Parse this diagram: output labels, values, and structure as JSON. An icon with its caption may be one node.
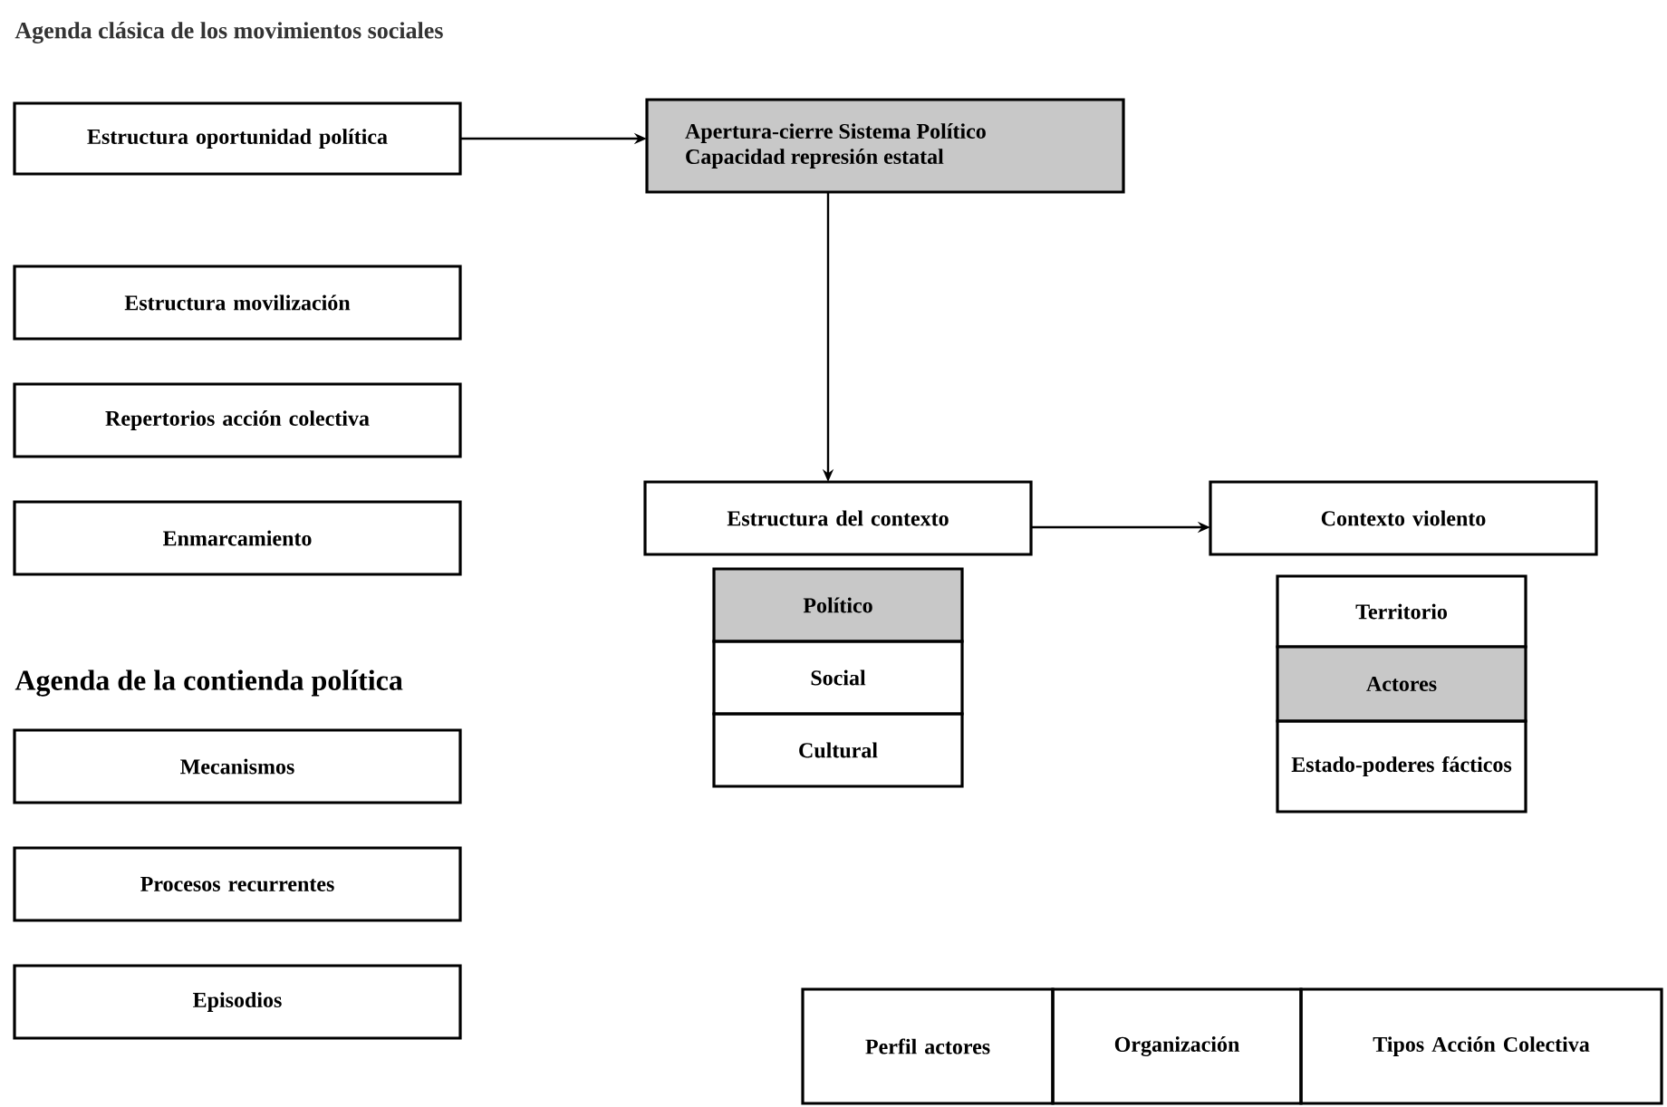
{
  "diagram": {
    "title": "Agenda clásica de los movimientos sociales",
    "nodes": [
      {
        "text": [
          "Estructura oportunidad política"
        ]
      },
      {
        "text": [
          "Apertura-cierre Sistema Político",
          "Capacidad represión estatal"
        ]
      },
      {
        "text": [
          "Estructura movilización"
        ]
      },
      {
        "text": [
          "Repertorios acción colectiva"
        ]
      },
      {
        "text": [
          "Enmarcamiento"
        ]
      },
      {
        "text": [
          "Mecanismos"
        ]
      },
      {
        "text": [
          "Procesos recurrentes"
        ]
      },
      {
        "text": [
          "Episodios"
        ]
      },
      {
        "text": [
          "Estructura del contexto"
        ]
      },
      {
        "text": [
          "Político"
        ]
      },
      {
        "text": [
          "Social"
        ]
      },
      {
        "text": [
          "Cultural"
        ]
      },
      {
        "text": [
          "Contexto violento"
        ]
      },
      {
        "text": [
          "Territorio"
        ]
      },
      {
        "text": [
          "Actores"
        ]
      },
      {
        "text": [
          "Estado-poderes fácticos"
        ]
      },
      {
        "text": [
          "Perfil  actores"
        ]
      },
      {
        "text": [
          "Organización"
        ]
      },
      {
        "text": [
          "Tipos Acción Colectiva"
        ]
      }
    ],
    "edges": [
      {
        "from": 0,
        "to": 1,
        "arrow": "to"
      },
      {
        "from": 1,
        "to": 8,
        "arrow": "to"
      },
      {
        "from": 8,
        "to": 12,
        "arrow": "to"
      }
    ],
    "labels": [
      "Agenda de la contienda política"
    ]
  }
}
